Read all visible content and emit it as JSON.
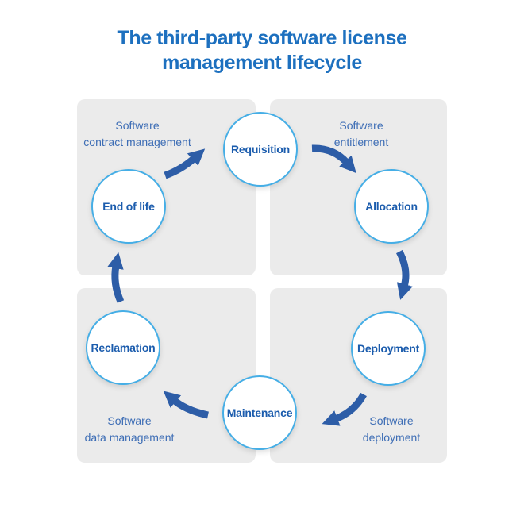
{
  "title": {
    "line1": "The third-party software license",
    "line2": "management lifecycle"
  },
  "colors": {
    "title_color": "#1d70bf",
    "stage_color": "#1b5cad",
    "label_color": "#3d6db5",
    "arrow_color": "#2d5da7",
    "circle_border_color": "#45aee6",
    "panel_color": "#ebebeb"
  },
  "stages": [
    {
      "id": "requisition",
      "label": "Requisition"
    },
    {
      "id": "allocation",
      "label": "Allocation"
    },
    {
      "id": "deployment",
      "label": "Deployment"
    },
    {
      "id": "maintenance",
      "label": "Maintenance"
    },
    {
      "id": "reclamation",
      "label": "Reclamation"
    },
    {
      "id": "end-of-life",
      "label": "End of life"
    }
  ],
  "side_labels": [
    {
      "id": "contract",
      "line1": "Software",
      "line2": "contract management"
    },
    {
      "id": "entitlement",
      "line1": "Software",
      "line2": "entitlement"
    },
    {
      "id": "deployment",
      "line1": "Software",
      "line2": "deployment"
    },
    {
      "id": "data",
      "line1": "Software",
      "line2": "data management"
    }
  ],
  "flow": [
    {
      "from": "Requisition",
      "to": "Allocation"
    },
    {
      "from": "Allocation",
      "to": "Deployment"
    },
    {
      "from": "Deployment",
      "to": "Maintenance"
    },
    {
      "from": "Maintenance",
      "to": "Reclamation"
    },
    {
      "from": "Reclamation",
      "to": "End of life"
    },
    {
      "from": "End of life",
      "to": "Requisition"
    }
  ]
}
